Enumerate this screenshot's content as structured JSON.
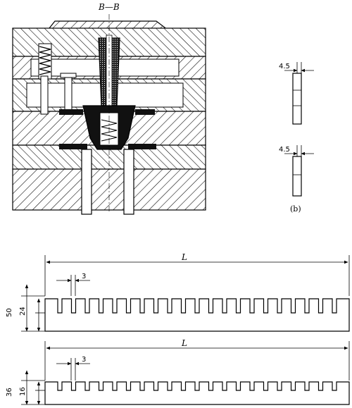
{
  "section_label": "B—B",
  "detail_b": {
    "caption": "(b)",
    "dim_top": "4.5",
    "dim_bottom": "4.5"
  },
  "strip_long": {
    "length_label": "L",
    "slot_width": "3",
    "slot_depth": "24",
    "overall_height": "50"
  },
  "strip_short": {
    "length_label": "L",
    "slot_width": "3",
    "slot_depth": "16",
    "overall_height": "36"
  }
}
